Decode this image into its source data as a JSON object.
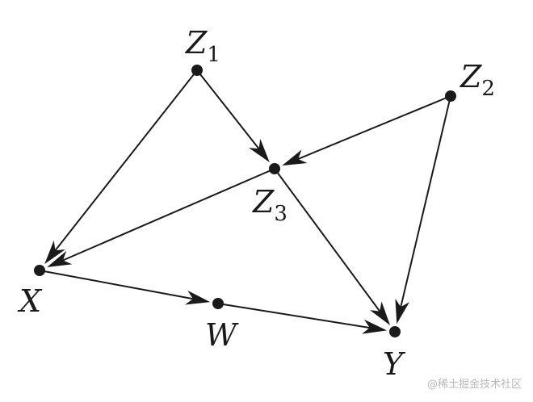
{
  "nodes": {
    "Z1": {
      "base": "Z",
      "sub": "1"
    },
    "Z2": {
      "base": "Z",
      "sub": "2"
    },
    "Z3": {
      "base": "Z",
      "sub": "3"
    },
    "X": {
      "base": "X",
      "sub": ""
    },
    "W": {
      "base": "W",
      "sub": ""
    },
    "Y": {
      "base": "Y",
      "sub": ""
    }
  },
  "edges": [
    {
      "from": "Z1",
      "to": "X"
    },
    {
      "from": "Z1",
      "to": "Z3"
    },
    {
      "from": "Z2",
      "to": "Z3"
    },
    {
      "from": "Z2",
      "to": "Y"
    },
    {
      "from": "Z3",
      "to": "X"
    },
    {
      "from": "Z3",
      "to": "Y"
    },
    {
      "from": "X",
      "to": "W"
    },
    {
      "from": "W",
      "to": "Y"
    }
  ],
  "watermark": "@稀土掘金技术社区",
  "colors": {
    "ink": "#1a1a1a",
    "watermark": "#b9b9b9"
  }
}
